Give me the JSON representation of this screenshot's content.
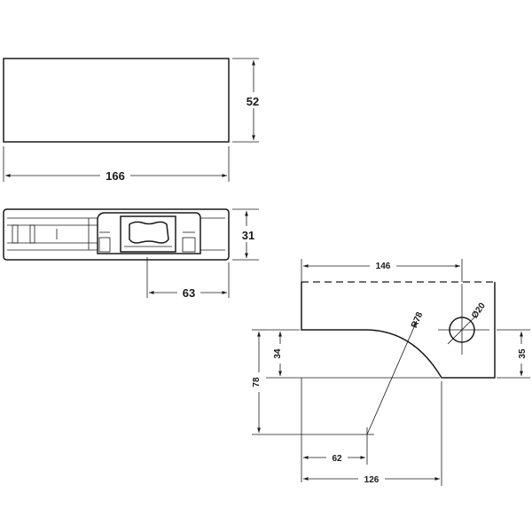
{
  "dimensions": {
    "top_view_height": "52",
    "top_view_width": "166",
    "side_view_height": "31",
    "side_view_offset": "63",
    "profile_top_width": "146",
    "profile_hole_diameter": "Ø20",
    "profile_hole_offset": "35",
    "profile_radius": "R78",
    "profile_step_height": "34",
    "profile_total_height": "78",
    "profile_bottom_offset": "62",
    "profile_bottom_width": "126"
  }
}
